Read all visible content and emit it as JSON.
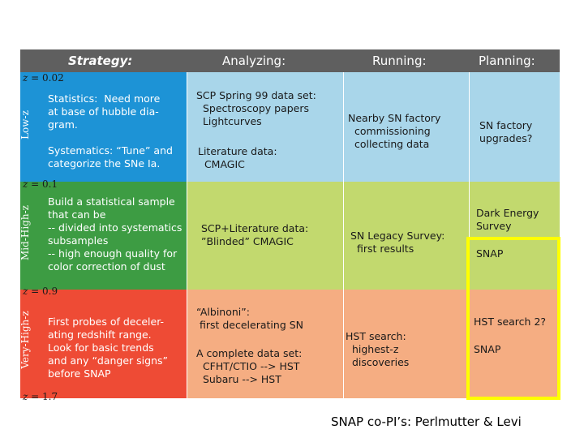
{
  "header": {
    "strategy": "Strategy:",
    "analyzing": "Analyzing:",
    "running": "Running:",
    "planning": "Planning:"
  },
  "z_labels": {
    "z002": "= 0.02",
    "z01": "= 0.1",
    "z09": "= 0.9",
    "z17": "= 1.7",
    "z": "z"
  },
  "side_labels": {
    "low": "Low-z",
    "mid": "Mid-High-z",
    "very_high": "Very-High-z"
  },
  "rows": {
    "low": {
      "strategy_1": "Statistics:  Need more\nat base of hubble dia-\ngram.",
      "strategy_2": "Systematics: “Tune” and\ncategorize the SNe Ia.",
      "analyzing_1": "SCP Spring 99 data set:\n  Spectroscopy papers\n  Lightcurves",
      "analyzing_2": "Literature data:\n  CMAGIC",
      "running": "Nearby SN factory\n  commissioning\n  collecting data",
      "planning": "SN factory\nupgrades?"
    },
    "mid": {
      "strategy": "Build a statistical sample\nthat can be\n-- divided into systematics\nsubsamples\n-- high enough quality for\ncolor correction of dust",
      "analyzing": "SCP+Literature data:\n”Blinded” CMAGIC",
      "running": "SN Legacy Survey:\n  first results",
      "planning_1": "Dark Energy\nSurvey",
      "planning_2": "SNAP"
    },
    "very_high": {
      "strategy": "First probes of deceler-\nating redshift range.\nLook for basic trends\nand any “danger signs”\nbefore SNAP",
      "analyzing_1": "“Albinoni”:\n first decelerating SN",
      "analyzing_2": "A complete data set:\n  CFHT/CTIO --> HST\n  Subaru --> HST",
      "running": "HST search:\n  highest-z\n  discoveries",
      "planning_1": "HST search 2?",
      "planning_2": "SNAP"
    }
  },
  "footer": "SNAP co-PI’s:  Perlmutter & Levi",
  "colors": {
    "header": "#5f5f5f",
    "low_strategy": "#1d93d6",
    "low_other": "#a9d6ea",
    "mid_strategy": "#3d9c43",
    "mid_other": "#c2d96e",
    "vh_strategy": "#ee4b35",
    "vh_other": "#f5ad82",
    "highlight": "#ffff00"
  }
}
